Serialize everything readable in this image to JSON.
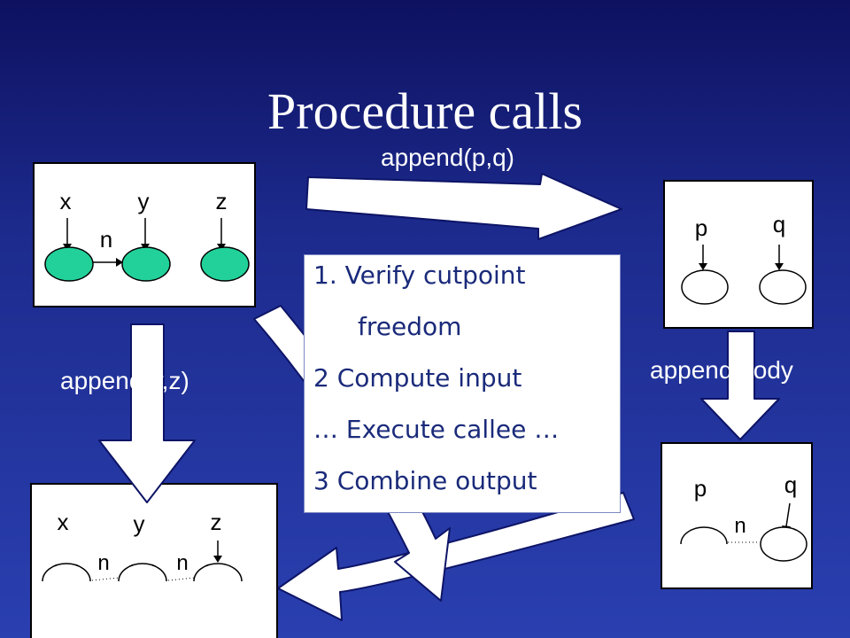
{
  "title": "Procedure calls",
  "labels": {
    "call_top": "append(p,q)",
    "call_left": "append(y,z)",
    "body_right": "append body"
  },
  "steps": [
    "1. Verify cutpoint",
    "freedom",
    "2  Compute input",
    "… Execute callee …",
    "3  Combine output"
  ],
  "heaps": {
    "caller_in": {
      "vars": [
        "x",
        "y",
        "z"
      ],
      "edge": "n"
    },
    "callee_in": {
      "vars": [
        "p",
        "q"
      ]
    },
    "callee_out": {
      "vars": [
        "p",
        "q"
      ],
      "edge": "n"
    },
    "caller_out": {
      "vars": [
        "x",
        "y",
        "z"
      ],
      "edges": [
        "n",
        "n"
      ]
    }
  },
  "colors": {
    "background": "#1c2a8c",
    "node_fill": "#22d19a",
    "step_text": "#1a2a7a"
  }
}
